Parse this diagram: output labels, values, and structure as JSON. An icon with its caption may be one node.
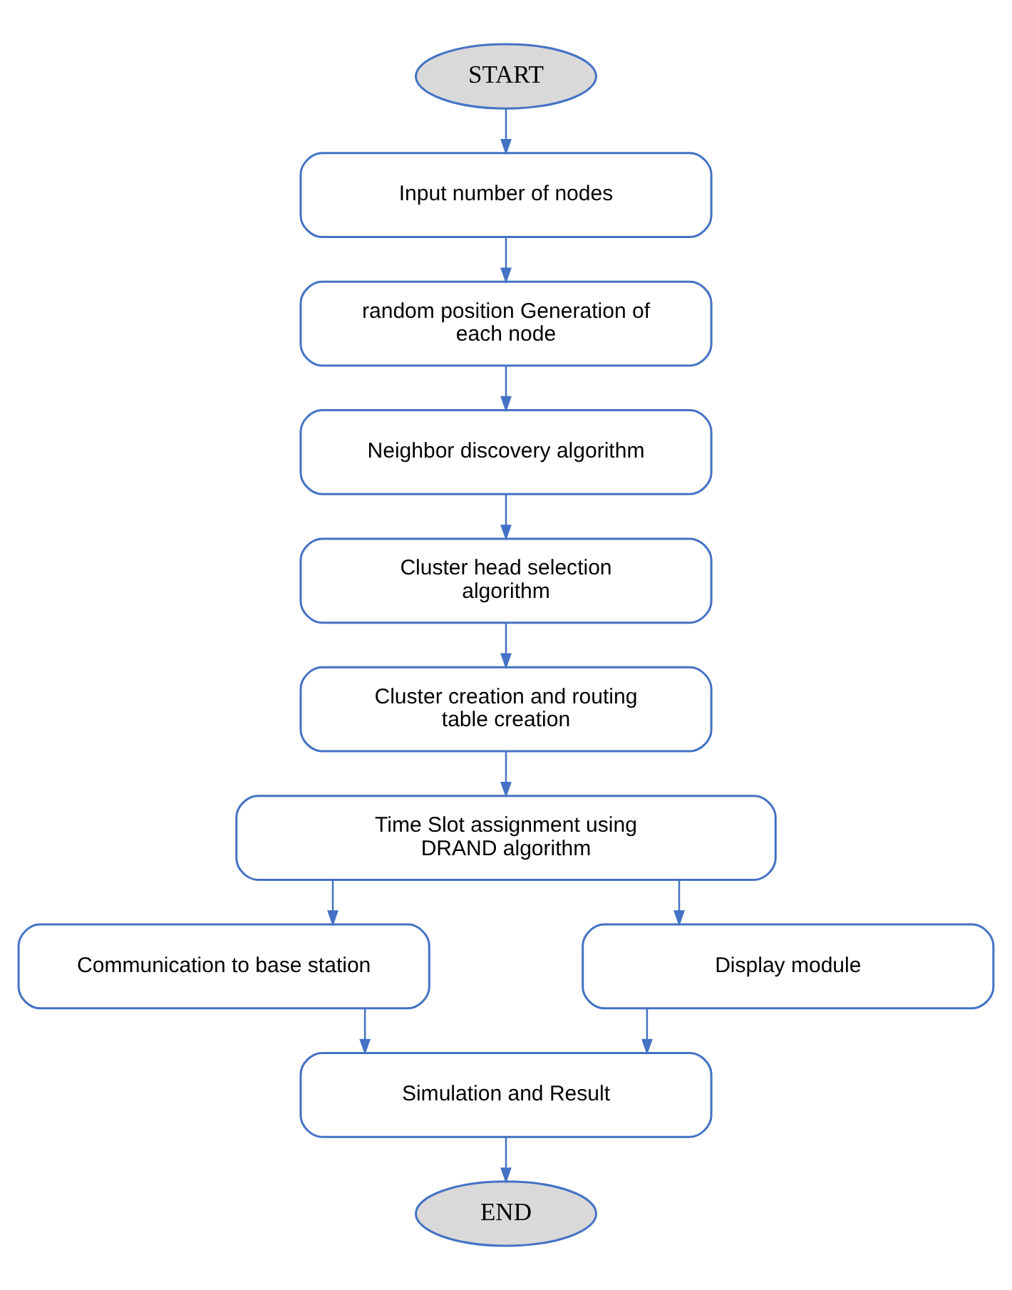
{
  "diagram": {
    "nodes": [
      {
        "text": [
          "START"
        ]
      },
      {
        "text": [
          "Input number of nodes"
        ]
      },
      {
        "text": [
          "random position Generation of each node"
        ]
      },
      {
        "text": [
          "Neighbor discovery algorithm"
        ]
      },
      {
        "text": [
          "Cluster head selection algorithm"
        ]
      },
      {
        "text": [
          "Cluster creation and routing table creation"
        ]
      },
      {
        "text": [
          "Time Slot assignment using DRAND algorithm"
        ]
      },
      {
        "text": [
          "Communication to base station"
        ]
      },
      {
        "text": [
          "Display module"
        ]
      },
      {
        "text": [
          "Simulation and Result"
        ]
      },
      {
        "text": [
          "END"
        ]
      }
    ],
    "edges": [
      {
        "from": 0,
        "to": 1,
        "arrow": "to"
      },
      {
        "from": 1,
        "to": 2,
        "arrow": "to"
      },
      {
        "from": 2,
        "to": 3,
        "arrow": "to"
      },
      {
        "from": 3,
        "to": 4,
        "arrow": "to"
      },
      {
        "from": 4,
        "to": 5,
        "arrow": "to"
      },
      {
        "from": 5,
        "to": 6,
        "arrow": "to"
      },
      {
        "from": 6,
        "to": 7,
        "arrow": "to"
      },
      {
        "from": 6,
        "to": 8,
        "arrow": "to"
      },
      {
        "from": 7,
        "to": 9,
        "arrow": "to"
      },
      {
        "from": 8,
        "to": 9,
        "arrow": "to"
      },
      {
        "from": 9,
        "to": 10,
        "arrow": "to"
      }
    ]
  }
}
